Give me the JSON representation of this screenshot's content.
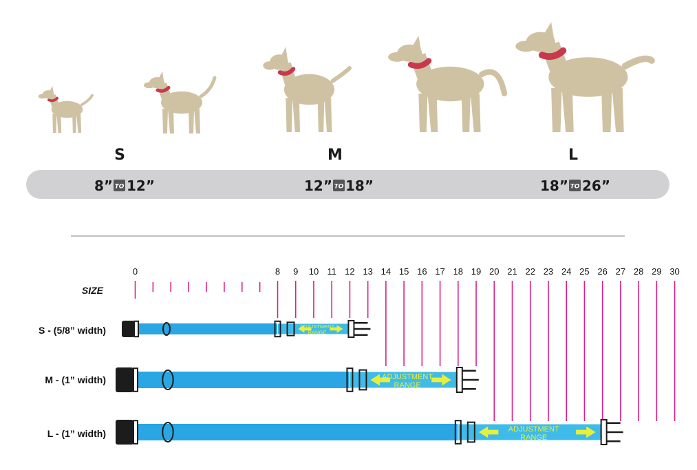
{
  "sizes": [
    {
      "letter": "S",
      "from": "8”",
      "to": "12”"
    },
    {
      "letter": "M",
      "from": "12”",
      "to": "18”"
    },
    {
      "letter": "L",
      "from": "18”",
      "to": "26”"
    }
  ],
  "to_word": "TO",
  "scale": {
    "label": "SIZE",
    "ticks": [
      0,
      8,
      9,
      10,
      11,
      12,
      13,
      14,
      15,
      16,
      17,
      18,
      19,
      20,
      21,
      22,
      23,
      24,
      25,
      26,
      27,
      28,
      29,
      30
    ],
    "tick_labels": [
      "0",
      "8",
      "9",
      "10",
      "11",
      "12",
      "13",
      "14",
      "15",
      "16",
      "17",
      "18",
      "19",
      "20",
      "21",
      "22",
      "23",
      "24",
      "25",
      "26",
      "27",
      "28",
      "29",
      "30"
    ]
  },
  "collars": [
    {
      "label": "S - (5/8” width)",
      "min": 8,
      "max": 12
    },
    {
      "label": "M - (1” width)",
      "min": 12,
      "max": 18
    },
    {
      "label": "L - (1” width)",
      "min": 18,
      "max": 26
    }
  ],
  "adjustment": {
    "line1": "ADJUSTMENT",
    "line2": "RANGE"
  },
  "colors": {
    "dog": "#cfc2a3",
    "collar_red": "#c9384c",
    "pill": "#d1d1d3",
    "strap": "#29a6e3",
    "adjust_zone": "#3fbbe9",
    "buckle": "#1c1c1c",
    "tick": "#d8208a",
    "arrow": "#e8ef3a",
    "divider": "#9a9a9a"
  },
  "dogs": [
    {
      "name": "tiny-dog"
    },
    {
      "name": "small-dog"
    },
    {
      "name": "medium-dog"
    },
    {
      "name": "large-dog"
    },
    {
      "name": "xlarge-dog"
    }
  ]
}
